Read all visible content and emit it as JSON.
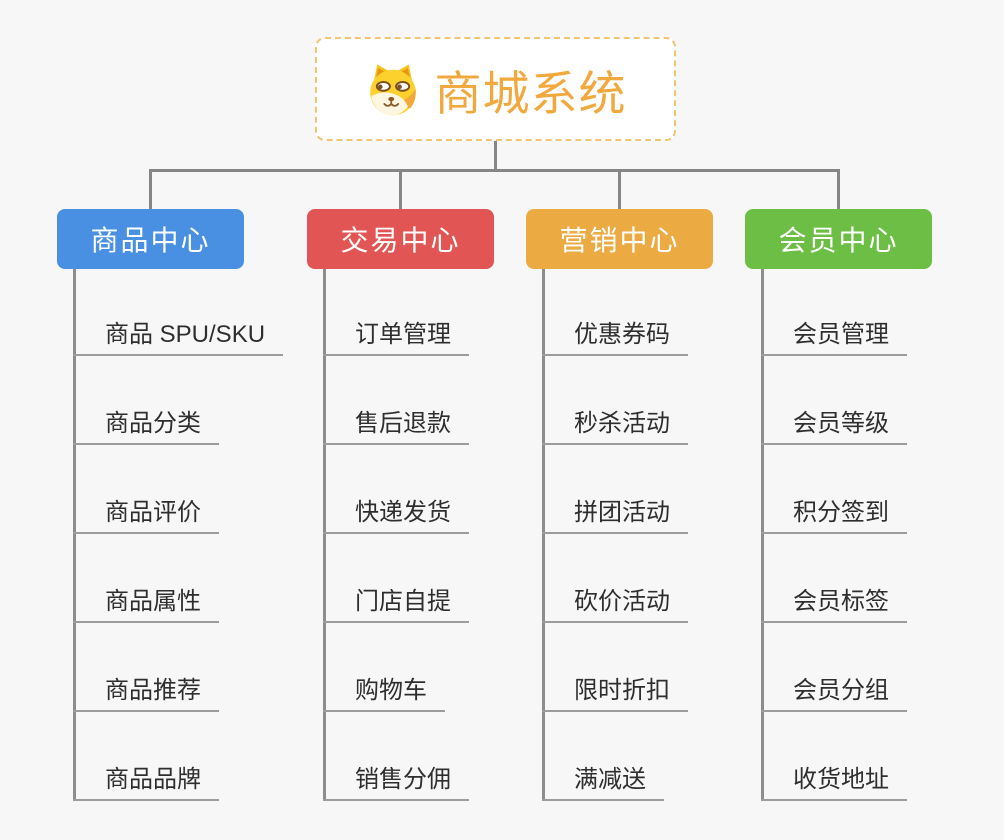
{
  "page": {
    "background_color": "#f7f7f7",
    "connector_color": "#868686",
    "underline_color": "#9c9c9c"
  },
  "root": {
    "title": "商城系统",
    "icon": "doge-dog-icon",
    "text_color": "#f1a83d",
    "border_color": "#f4c473",
    "background": "#ffffff"
  },
  "branches": [
    {
      "label": "商品中心",
      "color": "#4a90e2",
      "items": [
        "商品 SPU/SKU",
        "商品分类",
        "商品评价",
        "商品属性",
        "商品推荐",
        "商品品牌"
      ]
    },
    {
      "label": "交易中心",
      "color": "#e15654",
      "items": [
        "订单管理",
        "售后退款",
        "快递发货",
        "门店自提",
        "购物车",
        "销售分佣"
      ]
    },
    {
      "label": "营销中心",
      "color": "#ecaa42",
      "items": [
        "优惠券码",
        "秒杀活动",
        "拼团活动",
        "砍价活动",
        "限时折扣",
        "满减送"
      ]
    },
    {
      "label": "会员中心",
      "color": "#6dbe45",
      "items": [
        "会员管理",
        "会员等级",
        "积分签到",
        "会员标签",
        "会员分组",
        "收货地址"
      ]
    }
  ]
}
